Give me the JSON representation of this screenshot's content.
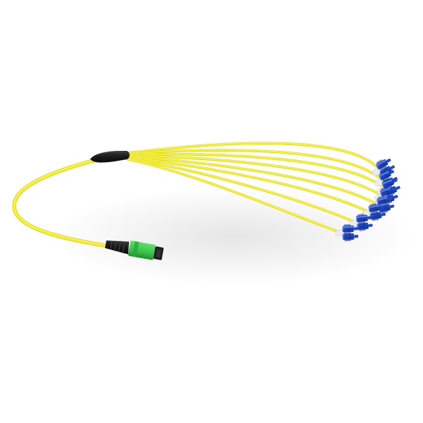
{
  "image": {
    "subject": "fiber-optic-breakout-cable",
    "background_color": "#ffffff",
    "colors": {
      "cable_yellow": "#f2ee2a",
      "cable_yellow_shade": "#d9d31c",
      "cable_highlight": "#fffb8a",
      "connector_blue": "#1f49c8",
      "connector_blue_dark": "#13318f",
      "connector_blue_light": "#4f7cf0",
      "mpo_green": "#39c24a",
      "mpo_green_dark": "#1f8f2e",
      "boot_black": "#1b1b1b"
    },
    "components": {
      "trunk_connector": "mpo-connector",
      "breakout_point": "fan-out-boot",
      "breakout_legs": 8,
      "leg_connectors": "duplex-lc-connector"
    }
  }
}
